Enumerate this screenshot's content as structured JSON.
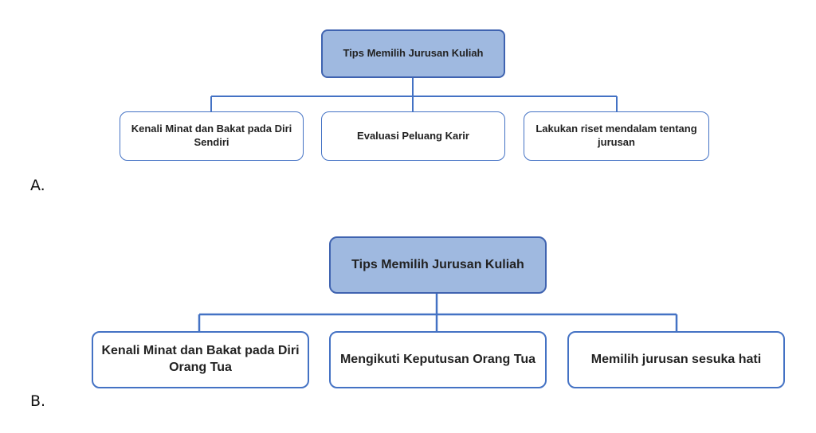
{
  "options": [
    {
      "letter": "A.",
      "root": "Tips Memilih Jurusan Kuliah",
      "children": [
        "Kenali Minat dan Bakat pada Diri Sendiri",
        "Evaluasi Peluang Karir",
        "Lakukan riset mendalam tentang jurusan"
      ]
    },
    {
      "letter": "B.",
      "root": "Tips Memilih Jurusan Kuliah",
      "children": [
        "Kenali Minat dan Bakat pada Diri Orang Tua",
        "Mengikuti Keputusan Orang Tua",
        "Memilih jurusan sesuka hati"
      ]
    }
  ],
  "colors": {
    "line": "#4472c4",
    "root_fill": "#9fb9e0",
    "box_border": "#4472c4"
  }
}
